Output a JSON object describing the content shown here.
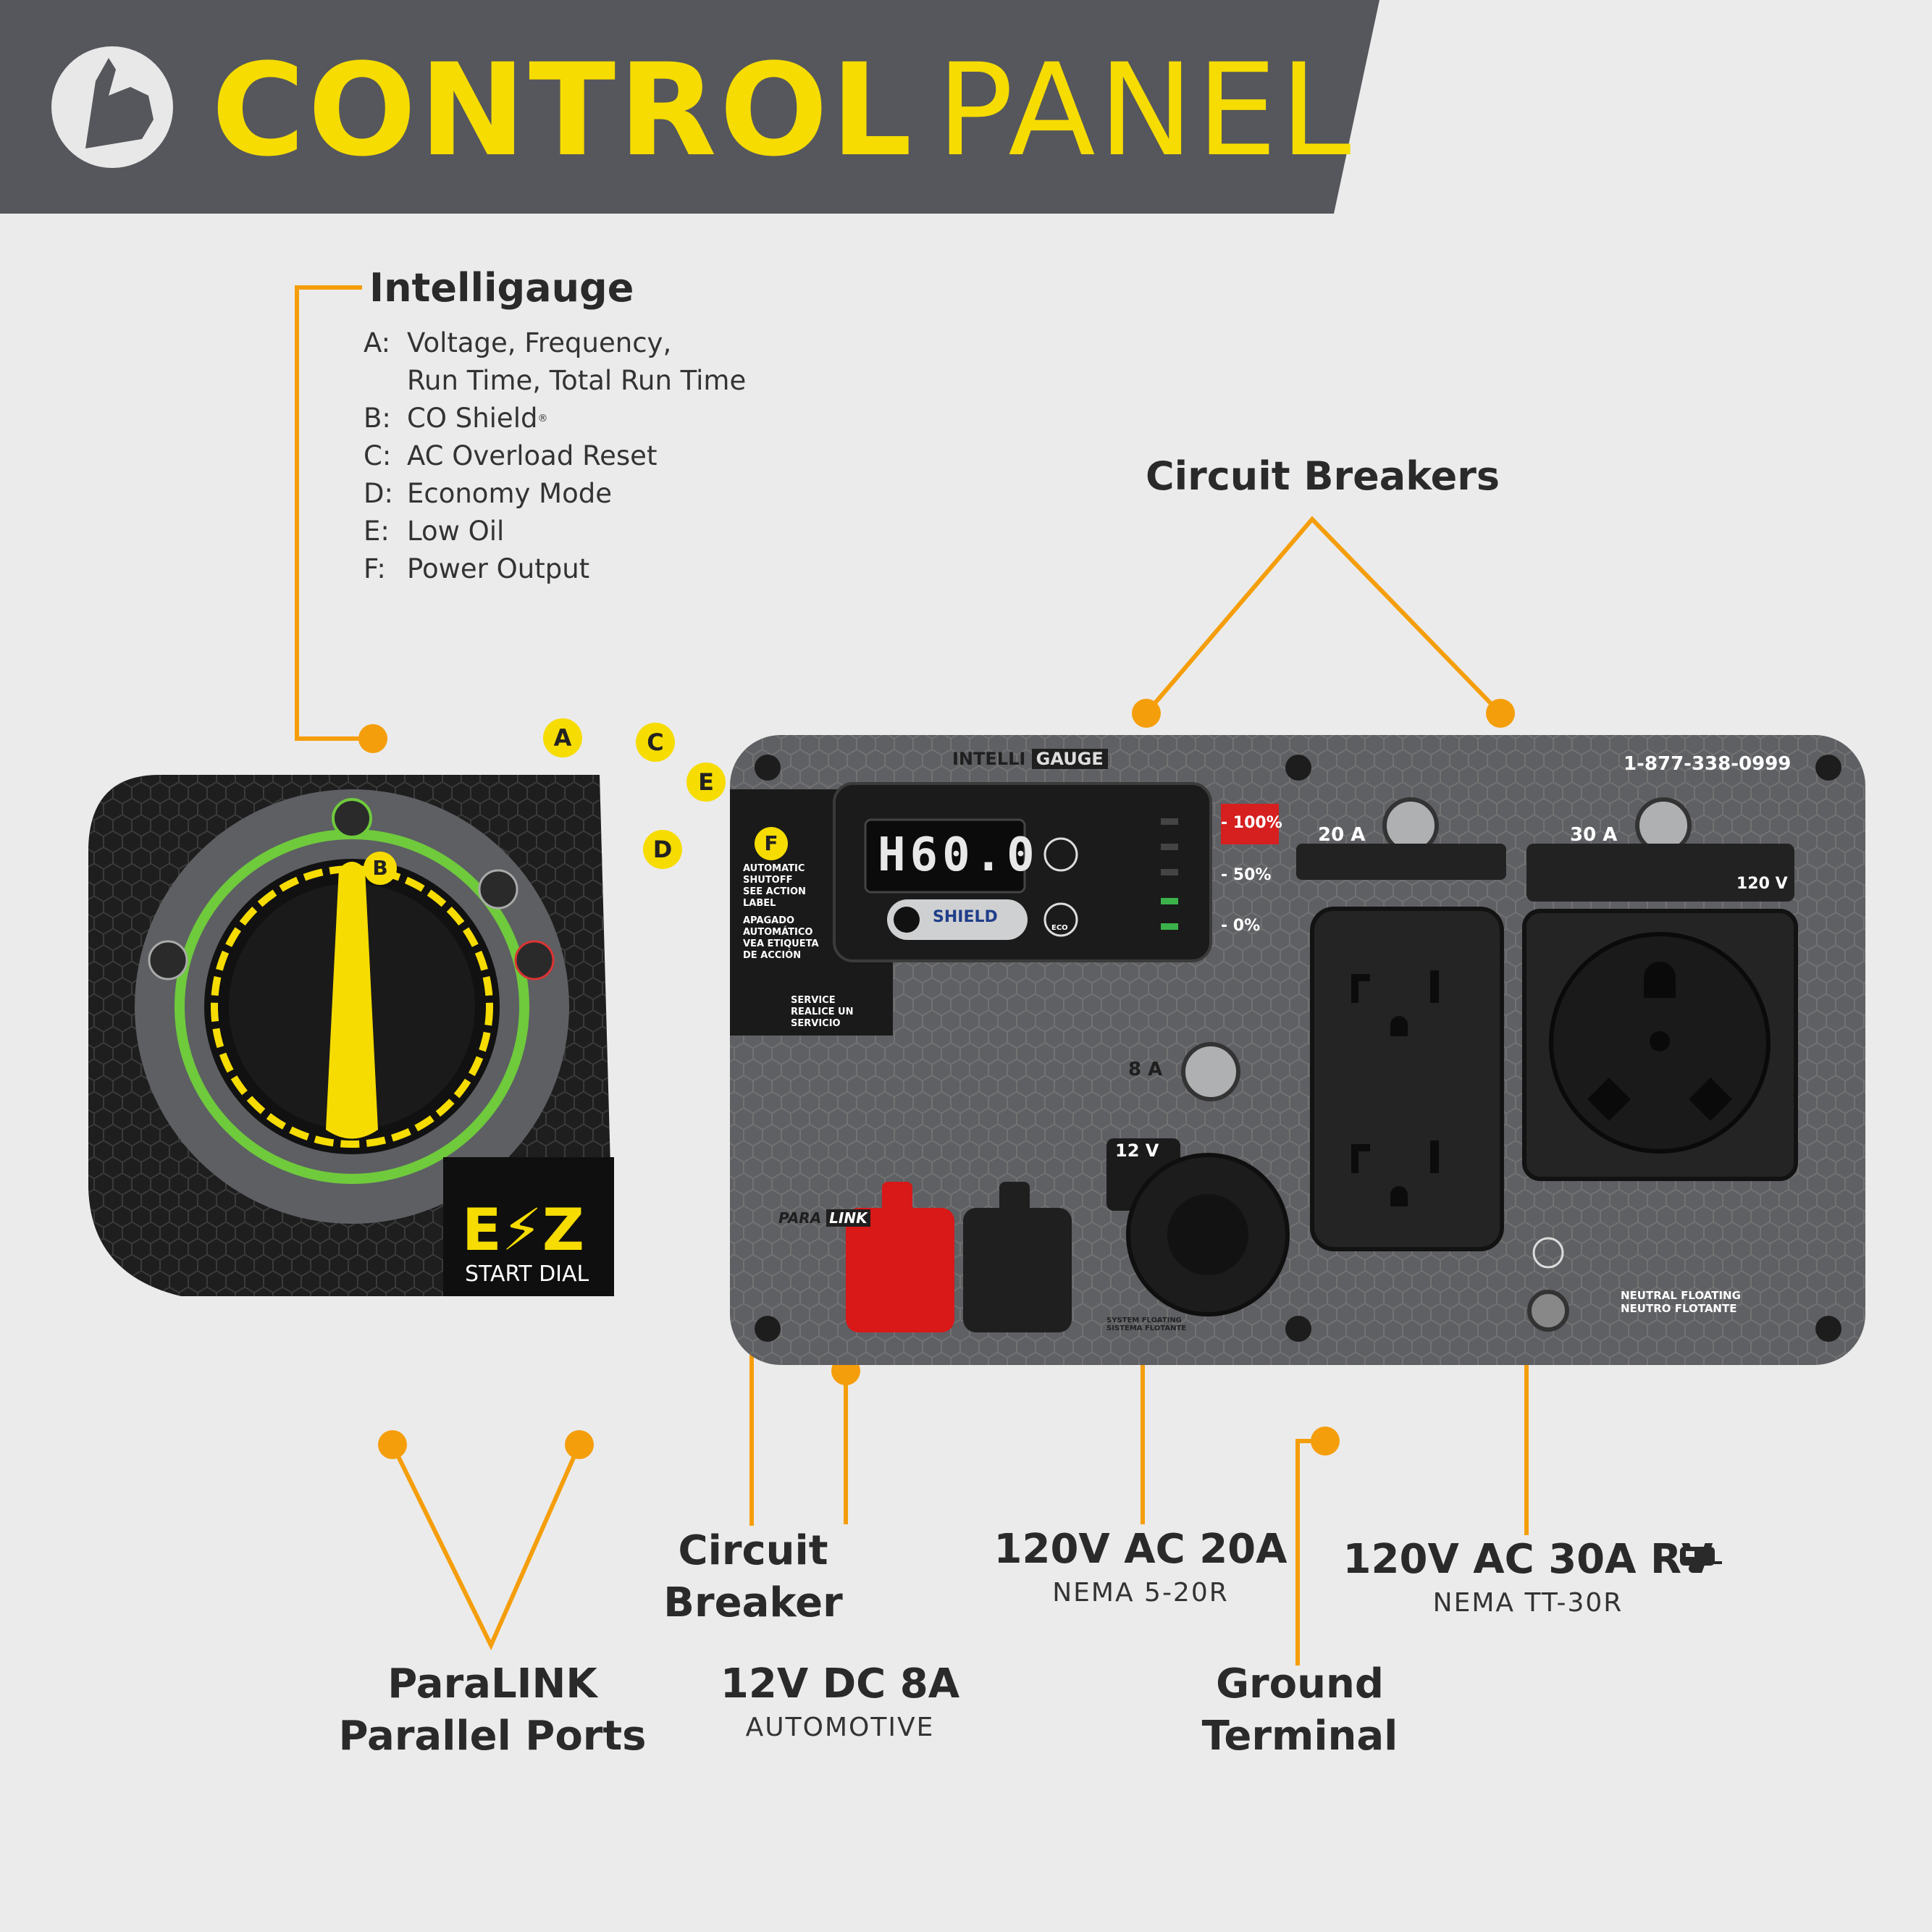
{
  "header": {
    "title_bold": "CONTROL",
    "title_light": "PANEL",
    "icon": "hand-pointer-icon",
    "accent_color": "#f6dc00"
  },
  "intelligauge": {
    "heading": "Intelligauge",
    "items": [
      {
        "key": "A:",
        "line1": "Voltage, Frequency,",
        "line2": "Run Time, Total Run Time"
      },
      {
        "key": "B:",
        "line1": "CO Shield",
        "mark": "®"
      },
      {
        "key": "C:",
        "line1": "AC Overload Reset"
      },
      {
        "key": "D:",
        "line1": "Economy Mode"
      },
      {
        "key": "E:",
        "line1": "Low Oil"
      },
      {
        "key": "F:",
        "line1": "Power Output"
      }
    ]
  },
  "badges": {
    "a": "A",
    "b": "B",
    "c": "C",
    "d": "D",
    "e": "E",
    "f": "F"
  },
  "callouts": {
    "circuit_breakers": "Circuit Breakers",
    "circuit_breaker_l1": "Circuit",
    "circuit_breaker_l2": "Breaker",
    "paralink_l1": "ParaLINK",
    "paralink_l2": "Parallel Ports",
    "dc_main": "12V DC 8A",
    "dc_sub": "AUTOMOTIVE",
    "ac20_main": "120V AC 20A",
    "ac20_sub": "NEMA 5-20R",
    "ground_l1": "Ground",
    "ground_l2": "Terminal",
    "ac30_main": "120V AC 30A RV",
    "ac30_sub": "NEMA TT-30R"
  },
  "dial": {
    "logo": "E⚡Z",
    "label": "START DIAL"
  },
  "panel": {
    "brand_a": "INTELLI",
    "brand_b": "GAUGE",
    "phone": "1-877-338-0999",
    "display": "H60.0",
    "co_shield": "SHIELD",
    "eco": "ECO",
    "power_100": "- 100%",
    "power_50": "- 50%",
    "power_0": "- 0%",
    "shutoff_en": [
      "AUTOMATIC",
      "SHUTOFF",
      "SEE ACTION",
      "LABEL"
    ],
    "shutoff_es": [
      "APAGADO",
      "AUTOMÁTICO",
      "VEA ETIQUETA",
      "DE ACCIÓN"
    ],
    "service": [
      "SERVICE",
      "REALICE UN",
      "SERVICIO"
    ],
    "breaker_20": "20 A",
    "breaker_30": "30 A",
    "breaker_8": "8 A",
    "dc_label": "12 V",
    "rv_label": "120 V",
    "para": "PARA",
    "link": "LINK",
    "neutral_1": "NEUTRAL FLOATING",
    "neutral_2": "NEUTRO FLOTANTE",
    "system_1": "SYSTEM FLOATING",
    "system_2": "SISTEMA FLOTANTE"
  }
}
